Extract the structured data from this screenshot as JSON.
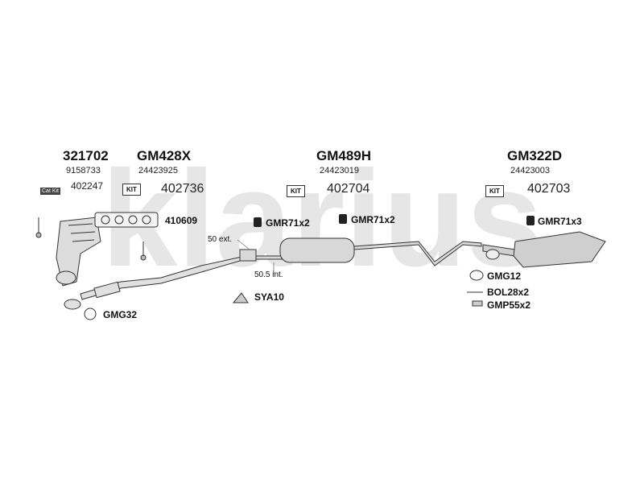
{
  "watermark": "klarius",
  "groups": [
    {
      "part_no": "321702",
      "oem": "9158733",
      "cat_kit": "Cat Kit",
      "kit_no": "402247"
    },
    {
      "part_no": "GM428X",
      "oem": "24423925",
      "kit_label": "KIT",
      "kit_no": "402736"
    },
    {
      "part_no": "GM489H",
      "oem": "24423019",
      "kit_label": "KIT",
      "kit_no": "402704"
    },
    {
      "part_no": "GM322D",
      "oem": "24423003",
      "kit_label": "KIT",
      "kit_no": "402703"
    }
  ],
  "labels": {
    "gasket_410609": "410609",
    "gmr_1": "GMR71x2",
    "gmr_2": "GMR71x2",
    "gmr_3": "GMR71x3",
    "ext_50": "50 ext.",
    "int_505": "50.5 int.",
    "sya10": "SYA10",
    "gmg32": "GMG32",
    "gmg12": "GMG12",
    "bol": "BOL28x2",
    "gmp": "GMP55x2"
  }
}
